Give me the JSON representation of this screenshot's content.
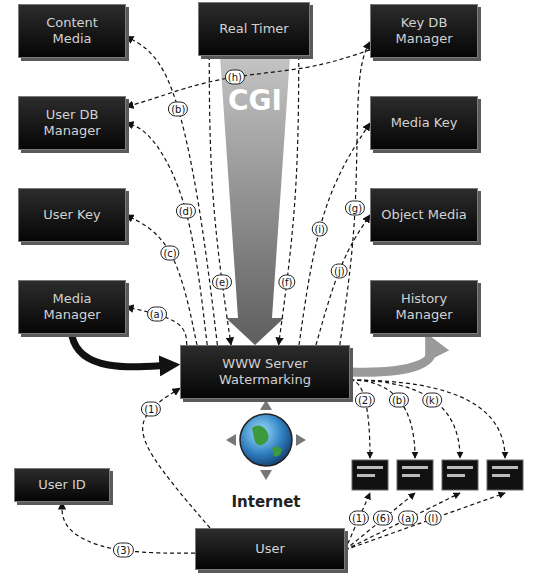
{
  "diagram": {
    "nodes": [
      {
        "text": [
          "Content Media"
        ]
      },
      {
        "text": [
          "Real Timer"
        ]
      },
      {
        "text": [
          "Key DB Manager"
        ]
      },
      {
        "text": [
          "User DB Manager"
        ]
      },
      {
        "text": [
          "Media Key"
        ]
      },
      {
        "text": [
          "User Key"
        ]
      },
      {
        "text": [
          "Object Media"
        ]
      },
      {
        "text": [
          "Media Manager"
        ]
      },
      {
        "text": [
          "History Manager"
        ]
      },
      {
        "text": [
          "WWW Server Watermarking"
        ]
      },
      {
        "text": [
          "User ID"
        ]
      },
      {
        "text": [
          "User"
        ]
      }
    ],
    "edges": [
      {
        "from": 11,
        "to": 9,
        "label": "(1)",
        "arrow": "to"
      },
      {
        "from": 11,
        "to": 10,
        "label": "(3)",
        "arrow": "to"
      },
      {
        "from": 9,
        "to": 7,
        "label": "(a)",
        "arrow": "to"
      },
      {
        "from": 9,
        "to": 0,
        "label": "(b)",
        "arrow": "to"
      },
      {
        "from": 9,
        "to": 5,
        "label": "(c)",
        "arrow": "to"
      },
      {
        "from": 9,
        "to": 3,
        "label": "(d)",
        "arrow": "to"
      },
      {
        "from": 1,
        "to": 9,
        "label": "(e)",
        "arrow": "to"
      },
      {
        "from": 1,
        "to": 9,
        "label": "(f)",
        "arrow": "to"
      },
      {
        "from": 9,
        "to": 2,
        "label": "(g)",
        "arrow": "to"
      },
      {
        "from": 2,
        "to": 3,
        "label": "(h)",
        "arrow": "to"
      },
      {
        "from": 9,
        "to": 4,
        "label": "(i)",
        "arrow": "to"
      },
      {
        "from": 9,
        "to": 6,
        "label": "(j)",
        "arrow": "to"
      }
    ],
    "labels": [
      "CGI",
      "Internet",
      "(2)",
      "(b)",
      "(k)",
      "(1)",
      "(6)",
      "(a)",
      "(l)"
    ]
  }
}
